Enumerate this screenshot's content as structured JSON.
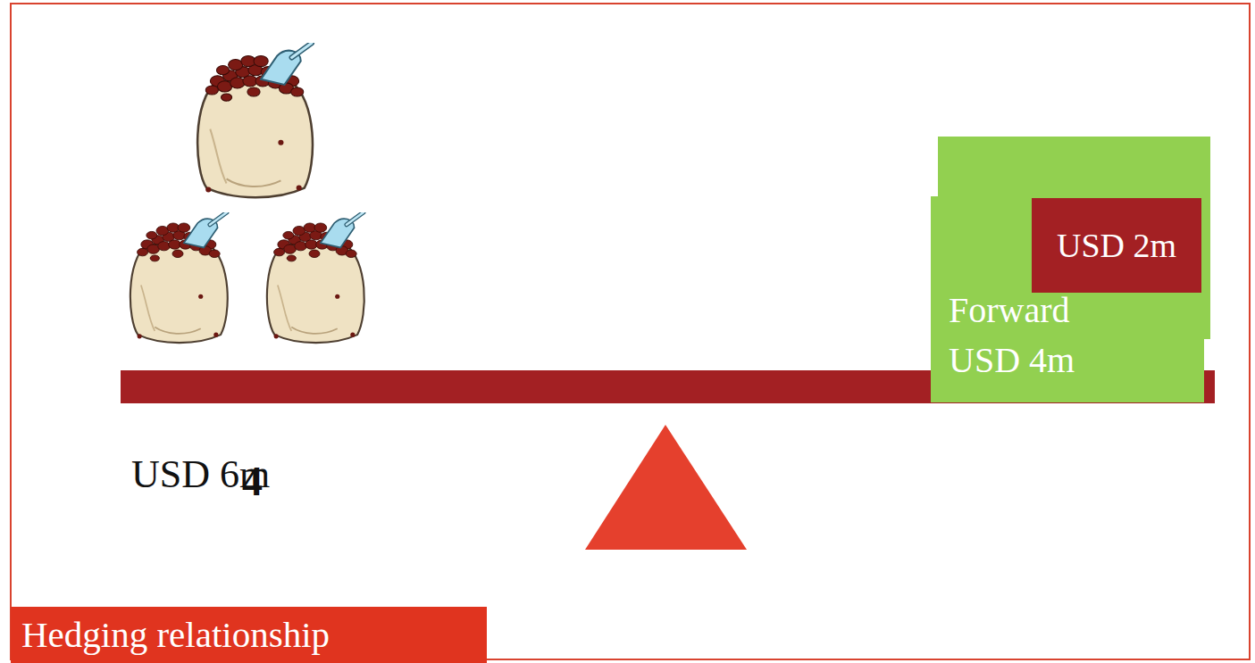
{
  "diagram": {
    "nodes": [
      {
        "text": [
          "Forward USD 4m"
        ]
      },
      {
        "text": [
          "USD 2m"
        ],
        "in": 0
      },
      {
        "text": [
          "Hedging relationship"
        ]
      }
    ],
    "labels": [
      "USD 6m",
      "4"
    ]
  }
}
